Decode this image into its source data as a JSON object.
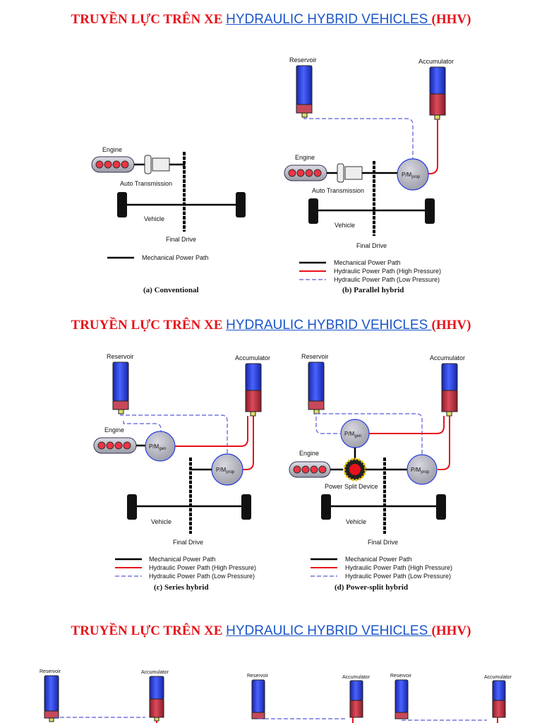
{
  "titles": [
    {
      "prefix": "TRUYỀN LỰC TRÊN XE ",
      "link": "HYDRAULIC HYBRID VEHICLES ",
      "open": "(",
      "abbr": "HHV",
      "close": ")"
    },
    {
      "prefix": "TRUYỀN LỰC TRÊN XE ",
      "link": "HYDRAULIC HYBRID VEHICLES ",
      "open": "(",
      "abbr": "HHV",
      "close": ")"
    },
    {
      "prefix": "TRUYỀN LỰC TRÊN XE ",
      "link": "HYDRAULIC HYBRID VEHICLES ",
      "open": "(",
      "abbr": "HHV",
      "close": ")"
    }
  ],
  "labels": {
    "engine": "Engine",
    "reservoir": "Reservoir",
    "accumulator": "Accumulator",
    "auto_transmission": "Auto Transmission",
    "vehicle": "Vehicle",
    "final_drive": "Final Drive",
    "pm": "P/M",
    "prop": "prop",
    "gen": "gen",
    "power_split": "Power Split Device"
  },
  "legend": {
    "mechanical": "Mechanical Power Path",
    "high": "Hydraulic Power Path (High Pressure)",
    "low": "Hydraulic Power Path (Low Pressure)"
  },
  "captions": {
    "a": "(a) Conventional",
    "b": "(b) Parallel hybrid",
    "c": "(c) Series hybrid",
    "d": "(d) Power-split hybrid"
  },
  "colors": {
    "title_red": "#e8121a",
    "title_blue": "#1a55c9",
    "hydraulic_high": "#e8121a",
    "hydraulic_low": "#5a5ad6",
    "tank_blue": "#2b3fe0",
    "tank_red": "#c0293a",
    "pump_gray": "#b7b7bf"
  }
}
